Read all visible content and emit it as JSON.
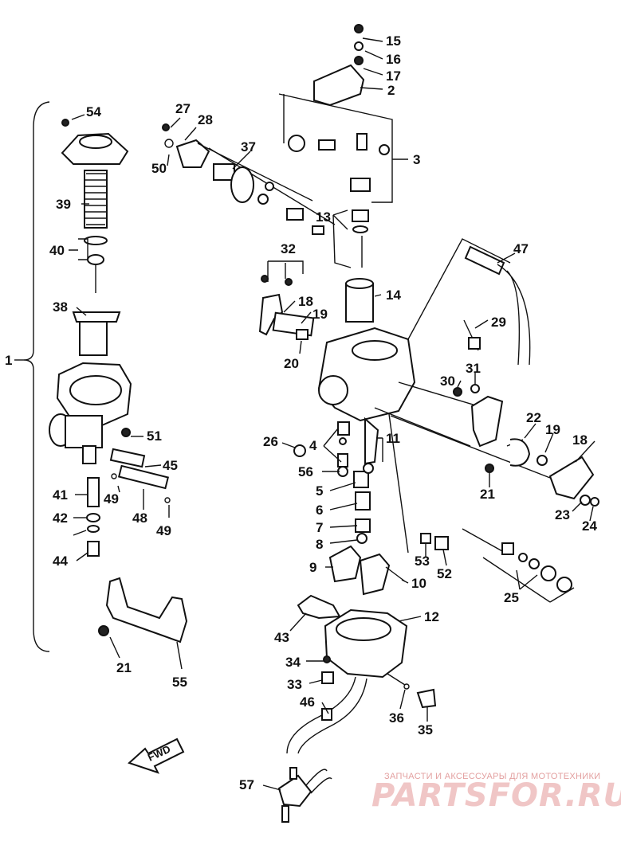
{
  "labels": [
    "1",
    "2",
    "3",
    "4",
    "5",
    "6",
    "7",
    "8",
    "9",
    "10",
    "11",
    "12",
    "13",
    "14",
    "15",
    "16",
    "17",
    "18",
    "19",
    "20",
    "21",
    "22",
    "23",
    "24",
    "25",
    "26",
    "27",
    "28",
    "29",
    "30",
    "31",
    "32",
    "33",
    "34",
    "35",
    "36",
    "37",
    "38",
    "39",
    "40",
    "41",
    "42",
    "43",
    "44",
    "45",
    "46",
    "47",
    "48",
    "49",
    "50",
    "51",
    "52",
    "53",
    "54",
    "55",
    "56",
    "57"
  ],
  "fwd_marker": "FWD",
  "watermark": {
    "tagline": "ЗАПЧАСТИ И АКСЕССУАРЫ ДЛЯ МОТОТЕХНИКИ",
    "brand": "PARTSFOR.RU"
  }
}
